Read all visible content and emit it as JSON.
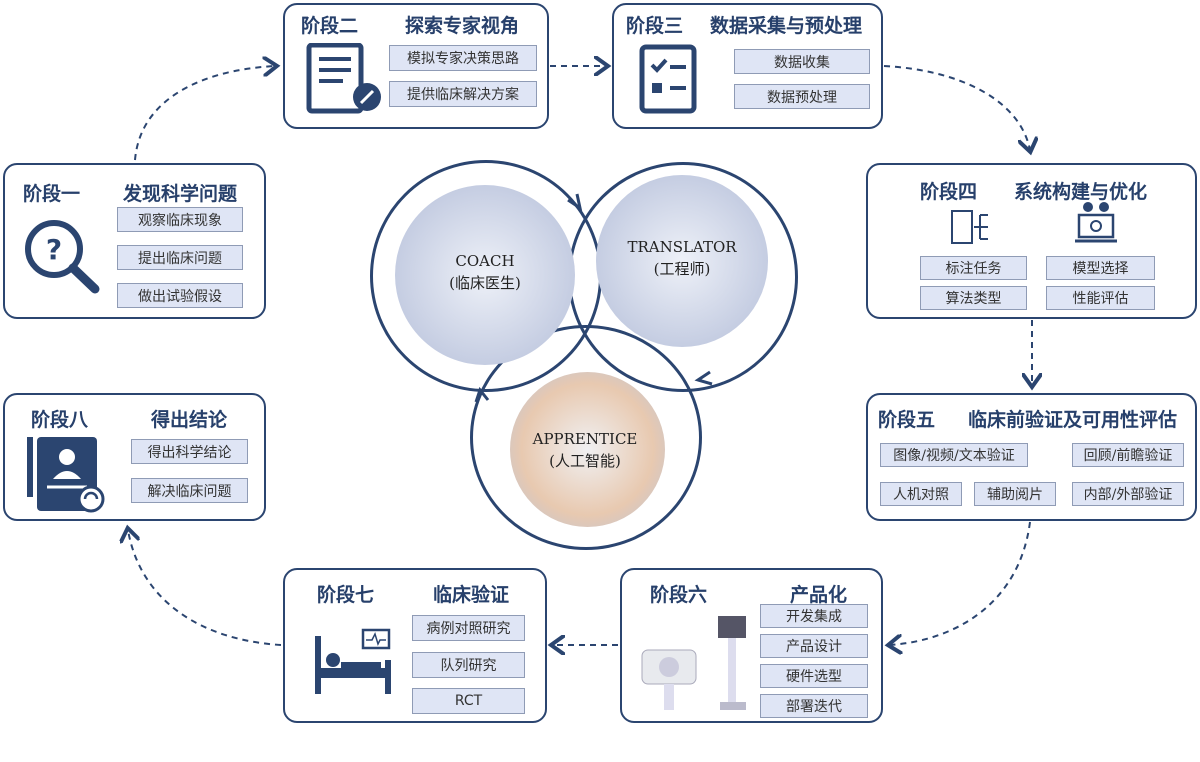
{
  "stages": [
    {
      "label": "阶段一",
      "title": "发现科学问题",
      "items": [
        "观察临床现象",
        "提出临床问题",
        "做出试验假设"
      ]
    },
    {
      "label": "阶段二",
      "title": "探索专家视角",
      "items": [
        "模拟专家决策思路",
        "提供临床解决方案"
      ]
    },
    {
      "label": "阶段三",
      "title": "数据采集与预处理",
      "items": [
        "数据收集",
        "数据预处理"
      ]
    },
    {
      "label": "阶段四",
      "title": "系统构建与优化",
      "items": [
        "标注任务",
        "模型选择",
        "算法类型",
        "性能评估"
      ]
    },
    {
      "label": "阶段五",
      "title": "临床前验证及可用性评估",
      "items": [
        "图像/视频/文本验证",
        "回顾/前瞻验证",
        "人机对照",
        "辅助阅片",
        "内部/外部验证"
      ]
    },
    {
      "label": "阶段六",
      "title": "产品化",
      "items": [
        "开发集成",
        "产品设计",
        "硬件选型",
        "部署迭代"
      ]
    },
    {
      "label": "阶段七",
      "title": "临床验证",
      "items": [
        "病例对照研究",
        "队列研究",
        "RCT"
      ]
    },
    {
      "label": "阶段八",
      "title": "得出结论",
      "items": [
        "得出科学结论",
        "解决临床问题"
      ]
    }
  ],
  "roles": [
    {
      "en": "COACH",
      "cn": "(临床医生)"
    },
    {
      "en": "TRANSLATOR",
      "cn": "(工程师)"
    },
    {
      "en": "APPRENTICE",
      "cn": "(人工智能)"
    }
  ],
  "colors": {
    "navy": "#2b4570",
    "item_bg": "#dfe5f5"
  }
}
